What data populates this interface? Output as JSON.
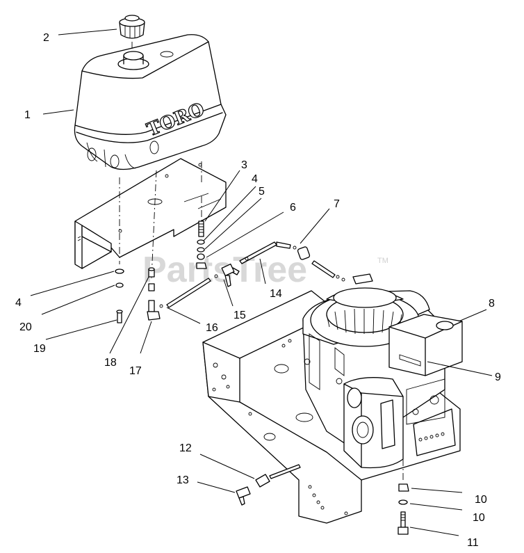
{
  "watermark": {
    "text": "PartsTree",
    "tm": "TM"
  },
  "tank": {
    "brand": "TORO"
  },
  "callouts": [
    {
      "id": "1",
      "label": "1"
    },
    {
      "id": "2",
      "label": "2"
    },
    {
      "id": "3",
      "label": "3"
    },
    {
      "id": "4a",
      "label": "4"
    },
    {
      "id": "5",
      "label": "5"
    },
    {
      "id": "6",
      "label": "6"
    },
    {
      "id": "7",
      "label": "7"
    },
    {
      "id": "8",
      "label": "8"
    },
    {
      "id": "9",
      "label": "9"
    },
    {
      "id": "4b",
      "label": "4"
    },
    {
      "id": "14",
      "label": "14"
    },
    {
      "id": "15",
      "label": "15"
    },
    {
      "id": "16",
      "label": "16"
    },
    {
      "id": "20",
      "label": "20"
    },
    {
      "id": "19",
      "label": "19"
    },
    {
      "id": "18",
      "label": "18"
    },
    {
      "id": "17",
      "label": "17"
    },
    {
      "id": "12",
      "label": "12"
    },
    {
      "id": "13",
      "label": "13"
    },
    {
      "id": "10a",
      "label": "10"
    },
    {
      "id": "10b",
      "label": "10"
    },
    {
      "id": "11",
      "label": "11"
    }
  ]
}
